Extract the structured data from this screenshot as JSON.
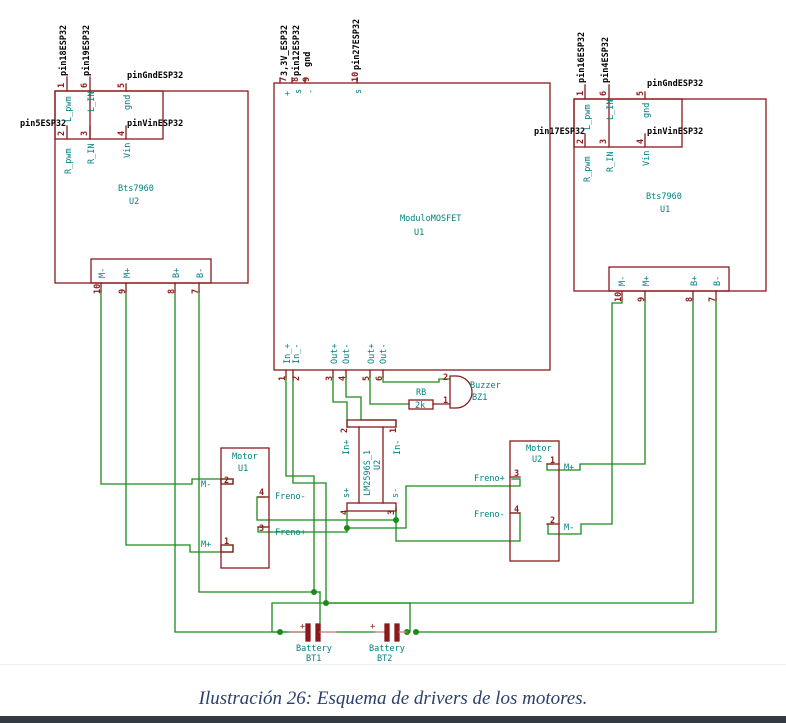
{
  "figure": {
    "caption": "Ilustración 26: Esquema de drivers de los motores."
  },
  "colors": {
    "component": "#8b1a1a",
    "pin_label": "#008080",
    "wire": "#1b8a1b",
    "net_label": "#000000",
    "caption": "#2a3f6a"
  },
  "components": {
    "bts_left": {
      "name": "Bts7960",
      "ref": "U2",
      "pins": {
        "p1": {
          "num": "1",
          "name": "L_pwm",
          "net": "pin18ESP32"
        },
        "p6": {
          "num": "6",
          "name": "L_IN",
          "net": "pin19ESP32"
        },
        "p5": {
          "num": "5",
          "name": "gnd",
          "net": "pinGndESP32"
        },
        "p2": {
          "num": "2",
          "name": "R_pwm",
          "net": "pin5ESP32"
        },
        "p3": {
          "num": "3",
          "name": "R_IN"
        },
        "p4": {
          "num": "4",
          "name": "Vin",
          "net": "pinVinESP32"
        },
        "p10": {
          "num": "10",
          "name": "M-"
        },
        "p9": {
          "num": "9",
          "name": "M+"
        },
        "p8": {
          "num": "8",
          "name": "B+"
        },
        "p7": {
          "num": "7",
          "name": "B-"
        }
      }
    },
    "bts_right": {
      "name": "Bts7960",
      "ref": "U1",
      "pins": {
        "p1": {
          "num": "1",
          "name": "L_pwm",
          "net": "pin16ESP32"
        },
        "p6": {
          "num": "6",
          "name": "L_IN",
          "net": "pin4ESP32"
        },
        "p5": {
          "num": "5",
          "name": "gnd",
          "net": "pinGndESP32"
        },
        "p2": {
          "num": "2",
          "name": "R_pwm",
          "net": "pin17ESP32"
        },
        "p3": {
          "num": "3",
          "name": "R_IN"
        },
        "p4": {
          "num": "4",
          "name": "Vin",
          "net": "pinVinESP32"
        },
        "p10": {
          "num": "10",
          "name": "M-"
        },
        "p9": {
          "num": "9",
          "name": "M+"
        },
        "p8": {
          "num": "8",
          "name": "B+"
        },
        "p7": {
          "num": "7",
          "name": "B-"
        }
      }
    },
    "mosfet": {
      "name": "ModuloMOSFET",
      "ref": "U1",
      "top_pins": {
        "p7": {
          "num": "7",
          "name": "+",
          "net": "3,3V_ESP32"
        },
        "p8": {
          "num": "8",
          "name": "s",
          "net": "pin12ESP32"
        },
        "p9": {
          "num": "9",
          "name": "-",
          "net": "gnd"
        },
        "p10": {
          "num": "10",
          "name": "s",
          "net": "pin27ESP32"
        }
      },
      "bottom_pins": {
        "p1": {
          "num": "1",
          "name": "In_+"
        },
        "p2": {
          "num": "2",
          "name": "In_-"
        },
        "p3": {
          "num": "3",
          "name": "Out+"
        },
        "p4": {
          "num": "4",
          "name": "Out-"
        },
        "p5": {
          "num": "5",
          "name": "Out+"
        },
        "p6": {
          "num": "6",
          "name": "Out-"
        }
      }
    },
    "buzzer": {
      "name": "Buzzer",
      "ref": "BZ1",
      "pin1": "1",
      "pin2": "2"
    },
    "resistor": {
      "ref": "RB",
      "value": "2k"
    },
    "lm2596": {
      "name": "LM2596S_1",
      "ref": "U2",
      "pins": {
        "p2": {
          "num": "2",
          "name": "In+"
        },
        "p1": {
          "num": "1",
          "name": "In-"
        },
        "p4": {
          "num": "4",
          "name": "s+"
        },
        "p3": {
          "num": "3",
          "name": "s-"
        }
      }
    },
    "motor_left": {
      "name": "Motor",
      "ref": "U1",
      "pins": {
        "p2": {
          "num": "2",
          "name": "M-"
        },
        "p1": {
          "num": "1",
          "name": "M+"
        },
        "p4": {
          "num": "4",
          "name": "Freno-"
        },
        "p3": {
          "num": "3",
          "name": "Freno+"
        }
      }
    },
    "motor_right": {
      "name": "Motor",
      "ref": "U2",
      "pins": {
        "p1": {
          "num": "1",
          "name": "M+"
        },
        "p2": {
          "num": "2",
          "name": "M-"
        },
        "p3": {
          "num": "3",
          "name": "Freno+"
        },
        "p4": {
          "num": "4",
          "name": "Freno-"
        }
      }
    },
    "battery1": {
      "name": "Battery",
      "ref": "BT1",
      "polarity": "+"
    },
    "battery2": {
      "name": "Battery",
      "ref": "BT2",
      "polarity": "+"
    }
  }
}
